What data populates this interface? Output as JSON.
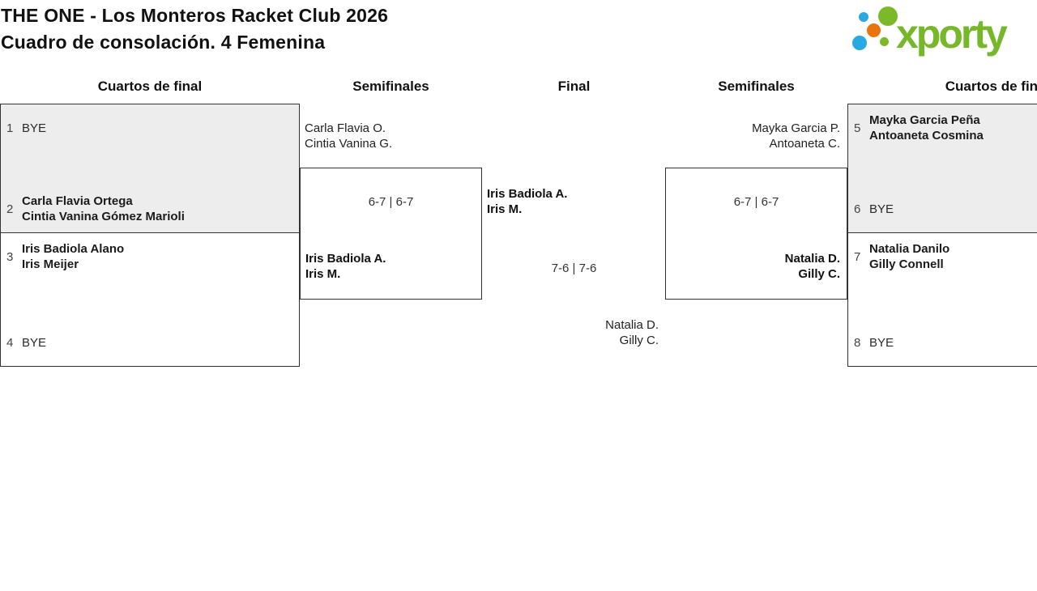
{
  "header": {
    "title_line1": "THE ONE - Los Monteros Racket Club 2026",
    "title_line2": "Cuadro de consolación. 4 Femenina",
    "logo_text": "xporty"
  },
  "round_headers": {
    "qf_left": "Cuartos de final",
    "sf_left": "Semifinales",
    "final": "Final",
    "sf_right": "Semifinales",
    "qf_right": "Cuartos de final"
  },
  "bracket": {
    "qf_matches": [
      {
        "slots": [
          {
            "seed": "1",
            "line1": "BYE",
            "line2": ""
          },
          {
            "seed": "2",
            "line1": "Carla Flavia Ortega",
            "line2": "Cintia Vanina Gómez Marioli"
          }
        ]
      },
      {
        "slots": [
          {
            "seed": "3",
            "line1": "Iris Badiola Alano",
            "line2": "Iris Meijer"
          },
          {
            "seed": "4",
            "line1": "BYE",
            "line2": ""
          }
        ]
      },
      {
        "slots": [
          {
            "seed": "5",
            "line1": "Mayka Garcia Peña",
            "line2": "Antoaneta Cosmina"
          },
          {
            "seed": "6",
            "line1": "BYE",
            "line2": ""
          }
        ]
      },
      {
        "slots": [
          {
            "seed": "7",
            "line1": "Natalia Danilo",
            "line2": "Gilly Connell"
          },
          {
            "seed": "8",
            "line1": "BYE",
            "line2": ""
          }
        ]
      }
    ],
    "sf_left": {
      "feeder_line1": "Carla Flavia O.",
      "feeder_line2": "Cintia Vanina G.",
      "score": "6-7 | 6-7",
      "winner_line1": "Iris Badiola A.",
      "winner_line2": "Iris M."
    },
    "sf_right": {
      "feeder_line1": "Mayka Garcia P.",
      "feeder_line2": "Antoaneta C.",
      "score": "6-7 | 6-7",
      "winner_line1": "Natalia D.",
      "winner_line2": "Gilly C."
    },
    "final": {
      "team_top_line1": "Iris Badiola A.",
      "team_top_line2": "Iris M.",
      "score": "7-6 | 7-6",
      "team_bottom_line1": "Natalia D.",
      "team_bottom_line2": "Gilly C."
    }
  },
  "colors": {
    "logo_green": "#76b82a",
    "logo_blue": "#29a9e1",
    "logo_orange": "#e8750c",
    "box_shaded_bg": "#ededed",
    "box_border": "#333333",
    "text": "#111111"
  }
}
